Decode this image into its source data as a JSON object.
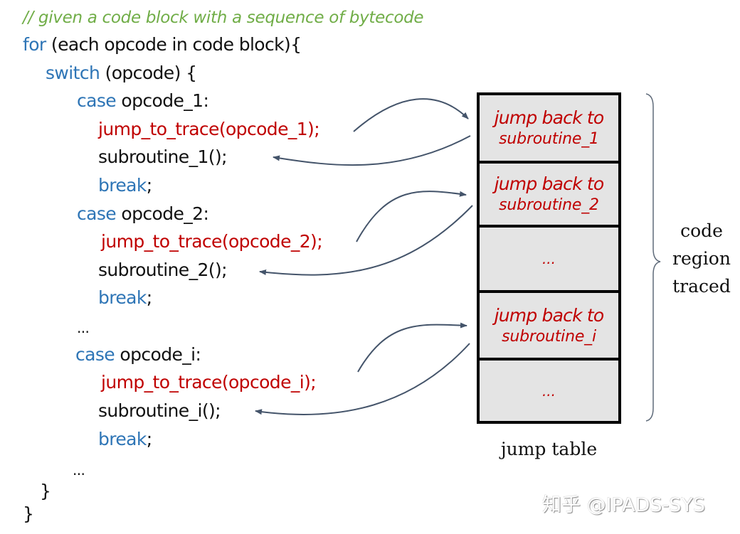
{
  "code": {
    "comment": "// given a code block with a sequence of bytecode",
    "for_kw": "for",
    "for_rest": " (each opcode in code block){",
    "switch_kw": "switch",
    "switch_rest": " (opcode) {",
    "cases": [
      {
        "case_kw": "case",
        "case_label": " opcode_1:",
        "jump": "jump_to_trace(opcode_1);",
        "subroutine": "subroutine_1();",
        "break_kw": "break",
        "break_semi": ";"
      },
      {
        "case_kw": "case",
        "case_label": " opcode_2:",
        "jump": "jump_to_trace(opcode_2);",
        "subroutine": "subroutine_2();",
        "break_kw": "break",
        "break_semi": ";"
      },
      {
        "case_kw": "case",
        "case_label": " opcode_i:",
        "jump": "jump_to_trace(opcode_i);",
        "subroutine": "subroutine_i();",
        "break_kw": "break",
        "break_semi": ";"
      }
    ],
    "ellipsis_mid": "...",
    "ellipsis_end": "...",
    "close_switch": "}",
    "close_for": "}"
  },
  "jump_table": {
    "label": "jump table",
    "cells": [
      {
        "line1": "jump back to",
        "line2": "subroutine_1"
      },
      {
        "line1": "jump back to",
        "line2": "subroutine_2"
      },
      {
        "dots": "..."
      },
      {
        "line1": "jump back to",
        "line2": "subroutine_i"
      },
      {
        "dots": "..."
      }
    ]
  },
  "brace_label": {
    "line1": "code",
    "line2": "region",
    "line3": "traced"
  },
  "watermark": "知乎 @IPADS-SYS",
  "colors": {
    "comment": "#70ad47",
    "keyword": "#2e75b6",
    "highlight": "#c00000",
    "arrow": "#44546a",
    "table_fill": "#e4e4e4"
  }
}
